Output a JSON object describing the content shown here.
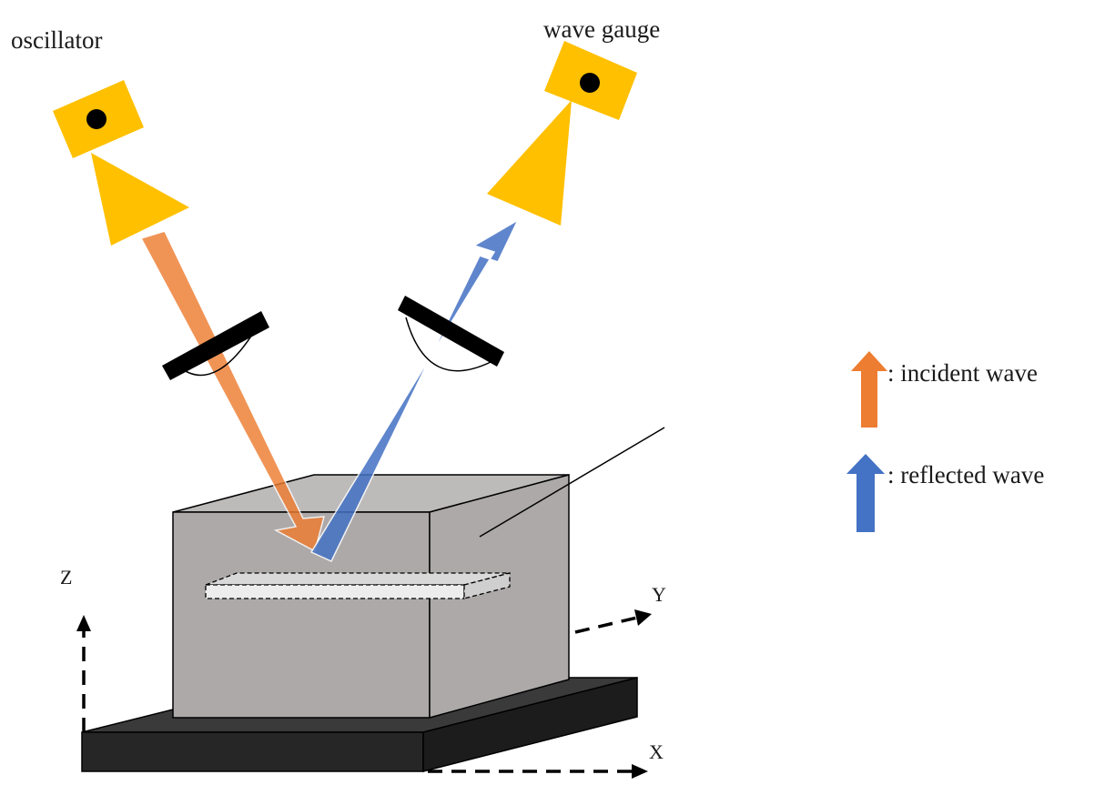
{
  "labels": {
    "oscillator": "oscillator",
    "wave_gauge": "wave gauge",
    "axis_x": "X",
    "axis_y": "Y",
    "axis_z": "Z"
  },
  "legend": [
    {
      "text": ": incident wave",
      "color": "#ED7D31",
      "icon": "arrow-up-icon"
    },
    {
      "text": ": reflected wave",
      "color": "#4472C4",
      "icon": "arrow-up-icon"
    }
  ],
  "colors": {
    "transducer": "#FFC000",
    "incident_beam": "#ED7D31",
    "reflected_beam": "#4472C4",
    "specimen": "#ADA9A9",
    "base_plate": "#262626",
    "defect": "#E6E6E6"
  }
}
